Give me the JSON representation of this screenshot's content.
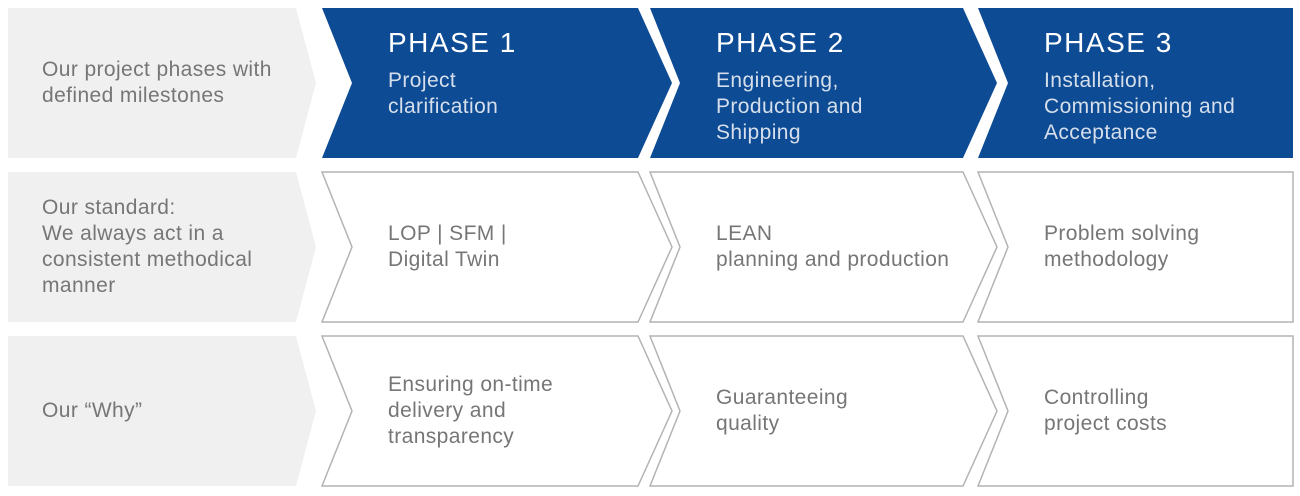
{
  "colors": {
    "blue": "#0d4b94",
    "light_gray": "#f0f0f0",
    "text_gray": "#767676",
    "border_gray": "#b3b3b3",
    "subtitle_on_blue": "#d6dfeb",
    "white": "#ffffff"
  },
  "rows": [
    {
      "label": "Our project phases with\ndefined milestones",
      "cells": [
        {
          "title": "PHASE 1",
          "text": "Project\nclarification"
        },
        {
          "title": "PHASE 2",
          "text": "Engineering,\nProduction and\nShipping"
        },
        {
          "title": "PHASE 3",
          "text": "Installation,\nCommissioning and\nAcceptance"
        }
      ]
    },
    {
      "label": "Our standard:\nWe always act in a\nconsistent methodical\nmanner",
      "cells": [
        {
          "text": "LOP | SFM |\nDigital Twin"
        },
        {
          "text": "LEAN\nplanning and production"
        },
        {
          "text": "Problem solving\nmethodology"
        }
      ]
    },
    {
      "label": "Our “Why”",
      "cells": [
        {
          "text": "Ensuring on-time\ndelivery and\ntransparency"
        },
        {
          "text": "Guaranteeing\nquality"
        },
        {
          "text": "Controlling\nproject costs"
        }
      ]
    }
  ]
}
